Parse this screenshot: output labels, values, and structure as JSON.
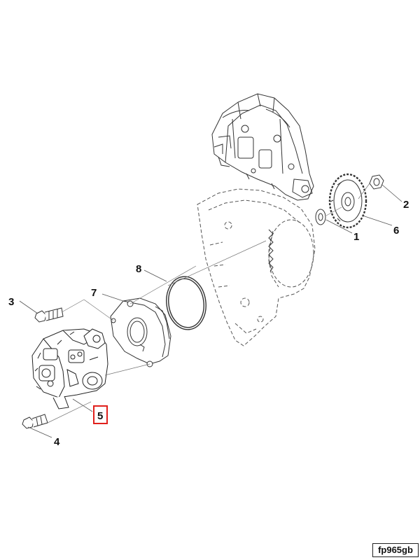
{
  "diagram": {
    "callouts": {
      "c1": "1",
      "c2": "2",
      "c3": "3",
      "c4": "4",
      "c5": "5",
      "c6": "6",
      "c7": "7",
      "c8": "8"
    },
    "highlighted_callout": "5",
    "highlight_color": "#e0201c",
    "line_color": "#333333",
    "reference_code": "fp965gb"
  }
}
